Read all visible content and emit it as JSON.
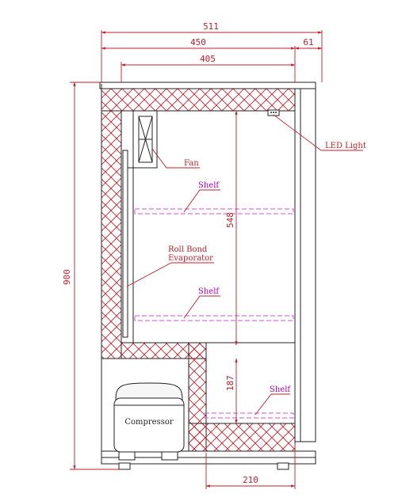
{
  "dimensions": {
    "total_width": "511",
    "body_width": "450",
    "door_depth": "61",
    "interior_width": "405",
    "total_height": "900",
    "interior_height": "548",
    "lower_height": "187",
    "step_width": "210"
  },
  "labels": {
    "led_light": "LED Light",
    "fan": "Fan",
    "shelf_top": "Shelf",
    "shelf_mid": "Shelf",
    "shelf_bottom": "Shelf",
    "evaporator_line1": "Roll Bond",
    "evaporator_line2": "Evaporator",
    "compressor": "Compressor"
  },
  "colors": {
    "dimension": "#c0202a",
    "shelf": "#d050e0",
    "outline": "#222222",
    "hatch": "#c0202a"
  }
}
